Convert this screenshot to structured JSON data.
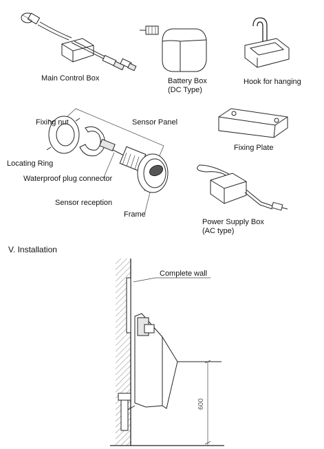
{
  "components": {
    "main_control_box": "Main Control Box",
    "battery_box_line1": "Battery Box",
    "battery_box_line2": "(DC Type)",
    "hook": "Hook for hanging",
    "fixing_nut": "Fixing nut",
    "sensor_panel": "Sensor Panel",
    "locating_ring": "Locating Ring",
    "waterproof_plug": "Waterproof plug connector",
    "sensor_reception": "Sensor reception",
    "frame": "Frame",
    "fixing_plate": "Fixing Plate",
    "power_supply_line1": "Power Supply Box",
    "power_supply_line2": "(AC type)"
  },
  "installation": {
    "heading": "V. Installation",
    "wall_label": "Complete wall",
    "height_dimension": "600"
  }
}
